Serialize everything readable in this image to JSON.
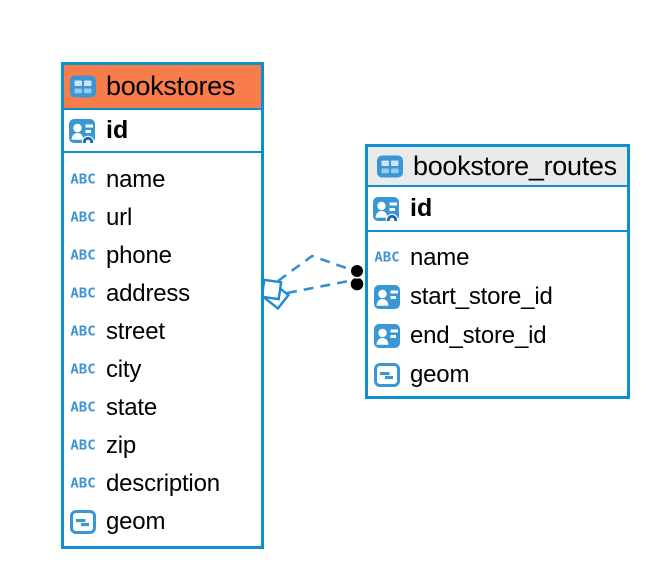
{
  "icons": {
    "text_type_glyph": "ABC",
    "table_icon": "table-grid",
    "primary_key_icon": "user-card-with-key",
    "reference_icon": "user-card",
    "geometry_icon": "square-dash"
  },
  "colors": {
    "table_border_blue": "#0d8ecf",
    "bookstores_header_orange": "#f97d4b",
    "routes_header_gray": "#eaeaea",
    "icon_blue": "#3b97d3",
    "key_dark_blue": "#1767b0",
    "relationship_line_blue": "#2e8fd1",
    "relationship_dot_black": "#000000",
    "text_black": "#000000",
    "background": "#ffffff"
  },
  "tables": [
    {
      "name": "bookstores",
      "header_color": "#f97d4b",
      "columns": [
        {
          "name": "id",
          "icon": "primary-key-user-icon",
          "key": "primary"
        },
        {
          "name": "name",
          "icon": "text-type-icon"
        },
        {
          "name": "url",
          "icon": "text-type-icon"
        },
        {
          "name": "phone",
          "icon": "text-type-icon"
        },
        {
          "name": "address",
          "icon": "text-type-icon"
        },
        {
          "name": "street",
          "icon": "text-type-icon"
        },
        {
          "name": "city",
          "icon": "text-type-icon"
        },
        {
          "name": "state",
          "icon": "text-type-icon"
        },
        {
          "name": "zip",
          "icon": "text-type-icon"
        },
        {
          "name": "description",
          "icon": "text-type-icon"
        },
        {
          "name": "geom",
          "icon": "geometry-type-icon"
        }
      ]
    },
    {
      "name": "bookstore_routes",
      "header_color": "#eaeaea",
      "columns": [
        {
          "name": "id",
          "icon": "primary-key-user-icon",
          "key": "primary"
        },
        {
          "name": "name",
          "icon": "text-type-icon"
        },
        {
          "name": "start_store_id",
          "icon": "user-reference-icon"
        },
        {
          "name": "end_store_id",
          "icon": "user-reference-icon"
        },
        {
          "name": "geom",
          "icon": "geometry-type-icon"
        }
      ]
    }
  ],
  "relationship": {
    "from_table": "bookstores",
    "to_table": "bookstore_routes",
    "line_style": "dashed",
    "source_marker": "double-square-diamond",
    "target_marker": "double-dot",
    "line_count": 2
  }
}
